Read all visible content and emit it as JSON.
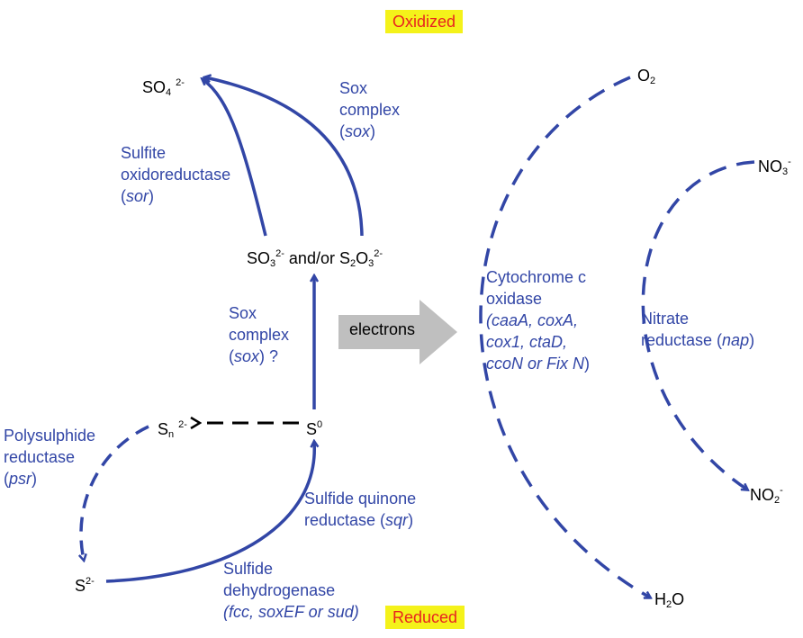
{
  "colors": {
    "pathway": "#3246a6",
    "chemical": "#000000",
    "state_bg": "#f4f21a",
    "state_text": "#e8231f",
    "electrons_arrow": "#bfbfbf"
  },
  "states": {
    "oxidized": "Oxidized",
    "reduced": "Reduced"
  },
  "electrons_label": "electrons",
  "species": {
    "sulfate": {
      "base": "SO",
      "sub": "4",
      "sup": "2-"
    },
    "sulfite_thiosulfate": {
      "a_base": "SO",
      "a_sub": "3",
      "a_sup": "2-",
      "join": " and/or ",
      "b_base1": "S",
      "b_sub1": "2",
      "b_base2": "O",
      "b_sub2": "3",
      "b_sup": "2-"
    },
    "sulfur": {
      "base": "S",
      "sup": "0"
    },
    "polysulfide": {
      "base": "S",
      "sub": "n",
      "sup": "2-"
    },
    "sulfide": {
      "base": "S",
      "sup": "2-"
    },
    "oxygen": {
      "base": "O",
      "sub": "2"
    },
    "water": {
      "base1": "H",
      "sub": "2",
      "base2": "O"
    },
    "nitrate": {
      "base": "NO",
      "sub": "3",
      "sup": "-"
    },
    "nitrite": {
      "base": "NO",
      "sub": "2",
      "sup": "-"
    }
  },
  "enzymes": {
    "sulfite_oxidoreductase": {
      "line1": "Sulfite",
      "line2": "oxidoreductase",
      "gene_open": "(",
      "gene": "sor",
      "gene_close": ")"
    },
    "sox_top": {
      "line1": "Sox",
      "line2": "complex",
      "gene_open": "(",
      "gene": "sox",
      "gene_close": ")"
    },
    "sox_middle": {
      "line1": "Sox",
      "line2": "complex",
      "gene_open": "(",
      "gene": "sox",
      "gene_close": ") ?"
    },
    "polysulphide_reductase": {
      "line1": "Polysulphide",
      "line2": "reductase",
      "gene_open": "(",
      "gene": "psr",
      "gene_close": ")"
    },
    "sulfide_quinone_reductase": {
      "line1": "Sulfide quinone",
      "line2_prefix": "reductase (",
      "gene": "sqr",
      "gene_close": ")"
    },
    "sulfide_dehydrogenase": {
      "line1": "Sulfide",
      "line2": "dehydrogenase",
      "line3": "(fcc, soxEF or sud)"
    },
    "cytochrome_c_oxidase": {
      "line1": "Cytochrome c",
      "line2": "oxidase",
      "line3": "(caaA, coxA,",
      "line4": "cox1, ctaD,",
      "line5": "ccoN or Fix N",
      "line5_close": ")"
    },
    "nitrate_reductase": {
      "line1": "Nitrate",
      "line2_prefix": "reductase (",
      "gene": "nap",
      "gene_close": ")"
    }
  }
}
